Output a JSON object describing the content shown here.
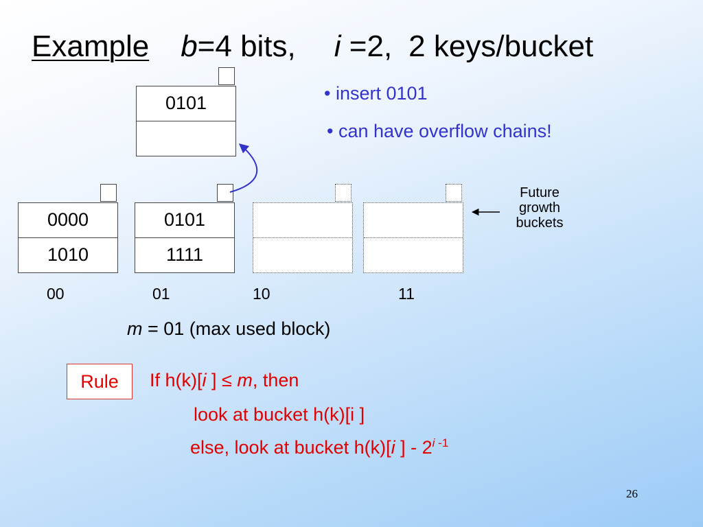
{
  "title": {
    "example": "Example",
    "b_var": "b",
    "b_val": "=4 bits,",
    "i_var": "i",
    "i_val": " =2,",
    "keys": "2 keys/bucket"
  },
  "overflow_bucket": {
    "slot1": "0101",
    "slot2": ""
  },
  "buckets": [
    {
      "index": "00",
      "slot1": "0000",
      "slot2": "1010"
    },
    {
      "index": "01",
      "slot1": "0101",
      "slot2": "1111"
    },
    {
      "index": "10",
      "slot1": "",
      "slot2": ""
    },
    {
      "index": "11",
      "slot1": "",
      "slot2": ""
    }
  ],
  "notes": {
    "insert": "• insert 0101",
    "overflow": "• can have overflow chains!"
  },
  "future": {
    "line1": "Future",
    "line2": "growth",
    "line3": "buckets"
  },
  "m_line": {
    "var": "m",
    "text": " = 01 (max used block)"
  },
  "rule": {
    "label": "Rule",
    "line1_a": "If h(k)[",
    "line1_i": "i",
    "line1_b": " ] ≤ ",
    "line1_m": "m",
    "line1_c": ", then",
    "line2": "look at bucket h(k)[i ]",
    "line3_a": "else, look at bucket h(k)[",
    "line3_i": "i",
    "line3_b": " ]  - 2",
    "line3_sup_i": "i",
    "line3_sup_rest": " -1"
  },
  "page_number": "26",
  "colors": {
    "note_blue": "#3333cc",
    "rule_red": "#e00000"
  }
}
